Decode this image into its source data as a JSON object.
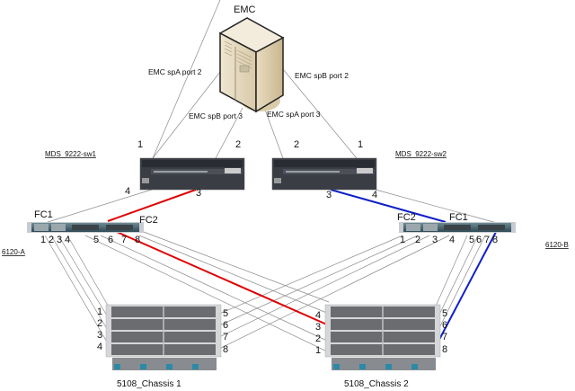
{
  "storage": {
    "name": "EMC",
    "ports": {
      "spA_port2": "EMC spA port 2",
      "spB_port2": "EMC spB port 2",
      "spB_port3": "EMC spB port 3",
      "spA_port3": "EMC spA port 3"
    }
  },
  "mds_switches": [
    {
      "name": "MDS_9222-sw1",
      "ports": {
        "p1": "1",
        "p2": "2",
        "p3": "3",
        "p4": "4"
      }
    },
    {
      "name": "MDS_9222-sw2",
      "ports": {
        "p1": "1",
        "p2": "2",
        "p3": "3",
        "p4": "4"
      }
    }
  ],
  "fabric_interconnects": [
    {
      "name": "6120-A",
      "fc1": "FC1",
      "fc2": "FC2",
      "ports": [
        "1",
        "2",
        "3",
        "4",
        "5",
        "6",
        "7",
        "8"
      ]
    },
    {
      "name": "6120-B",
      "fc1": "FC1",
      "fc2": "FC2",
      "ports": [
        "1",
        "2",
        "3",
        "4",
        "5",
        "6",
        "7",
        "8"
      ]
    }
  ],
  "chassis": [
    {
      "name": "5108_Chassis 1",
      "left_ports": [
        "1",
        "2",
        "3",
        "4"
      ],
      "right_ports": [
        "5",
        "6",
        "7",
        "8"
      ]
    },
    {
      "name": "5108_Chassis 2",
      "left_ports": [
        "4",
        "3",
        "2",
        "1"
      ],
      "right_ports": [
        "5",
        "6",
        "7",
        "8"
      ]
    }
  ],
  "link_colors": {
    "fabric_a_highlight": "#e00000",
    "fabric_b_highlight": "#1020c8",
    "default": "#8a8a8a"
  }
}
